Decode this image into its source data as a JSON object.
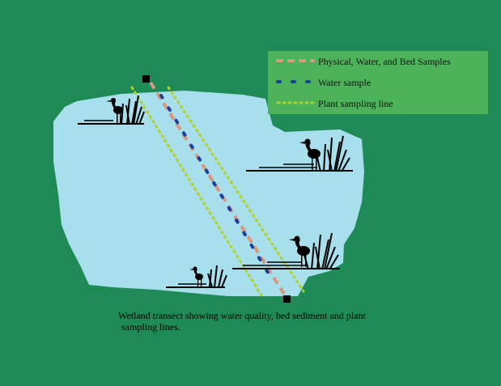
{
  "colors": {
    "background": "#1e8b56",
    "water": "#a7dfec",
    "legend_bg": "#4db35a",
    "physical_line": "#d9977d",
    "water_sample": "#1f3f9e",
    "plant_line": "#b5d126",
    "silhouette": "#000000"
  },
  "legend": {
    "items": [
      {
        "label": "Physical, Water, and Bed Samples",
        "style": "dashed",
        "color": "#d9977d"
      },
      {
        "label": "Water sample",
        "style": "dots",
        "color": "#1f3f9e"
      },
      {
        "label": "Plant sampling line",
        "style": "dotted",
        "color": "#b5d126"
      }
    ]
  },
  "caption": {
    "line1": "Wetland transect showing water quality, bed sediment and plant",
    "line2": "sampling lines."
  },
  "icons": [
    "heron-icon",
    "reeds-icon",
    "transect-marker-icon"
  ]
}
